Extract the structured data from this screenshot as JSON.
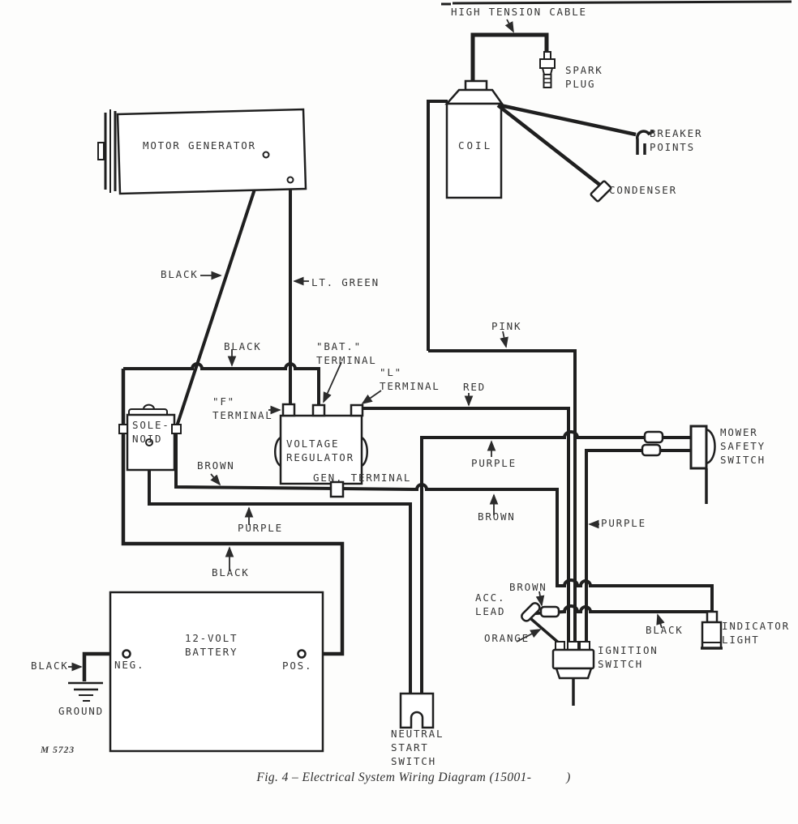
{
  "figure": {
    "caption": "Fig. 4 – Electrical System Wiring Diagram (15001-          )",
    "drawing_number": "M 5723",
    "ink": "#1f1f1f",
    "paper": "#fdfdfc"
  },
  "labels": {
    "high_tension_cable": "HIGH TENSION CABLE",
    "spark_plug": "SPARK\nPLUG",
    "breaker_points": "BREAKER\nPOINTS",
    "condenser": "CONDENSER",
    "coil": "COIL",
    "motor_generator": "MOTOR GENERATOR",
    "black_generator": "BLACK",
    "lt_green": "LT. GREEN",
    "black_regulator": "BLACK",
    "bat_terminal": "\"BAT.\"\nTERMINAL",
    "l_terminal": "\"L\"\nTERMINAL",
    "f_terminal": "\"F\"\nTERMINAL",
    "pink": "PINK",
    "red": "RED",
    "voltage_regulator": "VOLTAGE\nREGULATOR",
    "solenoid": "SOLE-\nNOID",
    "gen_terminal": "GEN. TERMINAL",
    "brown_solenoid": "BROWN",
    "purple_solenoid": "PURPLE",
    "purple_safety": "PURPLE",
    "brown_regulator": "BROWN",
    "purple_ignition": "PURPLE",
    "mower_safety_switch": "MOWER\nSAFETY\nSWITCH",
    "black_battery": "BLACK",
    "acc_lead": "ACC.\nLEAD",
    "brown_acc": "BROWN",
    "orange": "ORANGE",
    "ignition_switch": "IGNITION\nSWITCH",
    "black_indicator": "BLACK",
    "indicator_light": "INDICATOR\nLIGHT",
    "battery": "12-VOLT\nBATTERY",
    "battery_neg": "NEG.",
    "battery_pos": "POS.",
    "black_ground": "BLACK",
    "ground": "GROUND",
    "neutral_start_switch": "NEUTRAL\nSTART\nSWITCH"
  }
}
